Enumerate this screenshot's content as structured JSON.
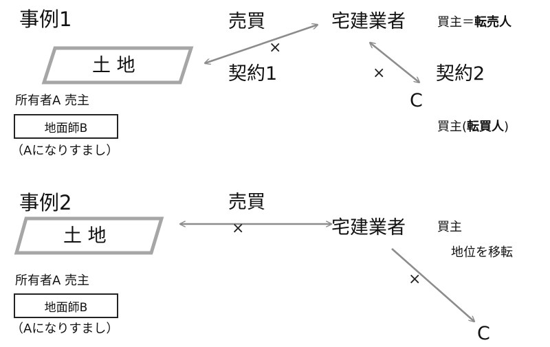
{
  "case1": {
    "title": "事例1",
    "land": "土 地",
    "owner": "所有者A 売主",
    "surveyor": "地面師B",
    "impersonation": "（Aになりすまし）",
    "sale": "売買",
    "contract1": "契約1",
    "dealer": "宅建業者",
    "buyer_resale_a": "買主＝",
    "buyer_resale_b": "転売人",
    "contract2": "契約2",
    "party_c": "C",
    "buyer_c_a": "買主(",
    "buyer_c_b": "転買人",
    "buyer_c_c": ")",
    "cross1": "×",
    "cross2": "×"
  },
  "case2": {
    "title": "事例2",
    "land": "土 地",
    "owner": "所有者A 売主",
    "surveyor": "地面師B",
    "impersonation": "（Aになりすまし）",
    "sale": "売買",
    "dealer": "宅建業者",
    "buyer": "買主",
    "transfer": "地位を移転",
    "party_c": "C",
    "cross1": "×",
    "cross2": "×"
  },
  "colors": {
    "arrow": "#8c8c8c",
    "land_border": "#a6a6a6",
    "text": "#111111"
  }
}
